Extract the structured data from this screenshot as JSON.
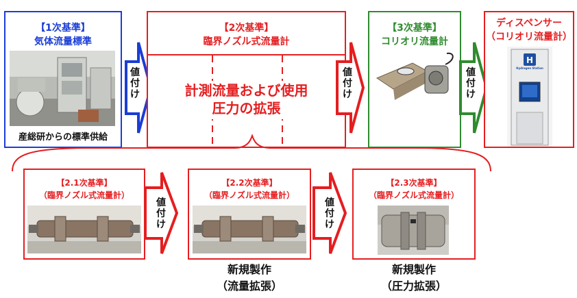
{
  "colors": {
    "red": "#e41e20",
    "blue": "#1a3dd6",
    "green": "#2e8b2e",
    "black": "#111111"
  },
  "std1": {
    "title": "【1次基準】",
    "subtitle": "気体流量標準",
    "caption": "産総研からの標準供給"
  },
  "std2": {
    "title": "【2次基準】",
    "subtitle": "臨界ノズル式流量計",
    "center_text_1": "計測流量および使用",
    "center_text_2": "圧力の拡張"
  },
  "std3": {
    "title": "【3次基準】",
    "subtitle": "コリオリ流量計"
  },
  "dispenser": {
    "title": "ディスペンサー",
    "subtitle": "（コリオリ流量計）",
    "brand": "Hydrogen Station"
  },
  "std21": {
    "title": "【2.1次基準】",
    "subtitle": "（臨界ノズル式流量計）"
  },
  "std22": {
    "title": "【2.2次基準】",
    "subtitle": "（臨界ノズル式流量計）"
  },
  "std23": {
    "title": "【2.3次基準】",
    "subtitle": "（臨界ノズル式流量計）"
  },
  "arrow_label": [
    "値",
    "付",
    "け"
  ],
  "new1": {
    "line1": "新規製作",
    "line2": "（流量拡張）"
  },
  "new2": {
    "line1": "新規製作",
    "line2": "（圧力拡張）"
  }
}
